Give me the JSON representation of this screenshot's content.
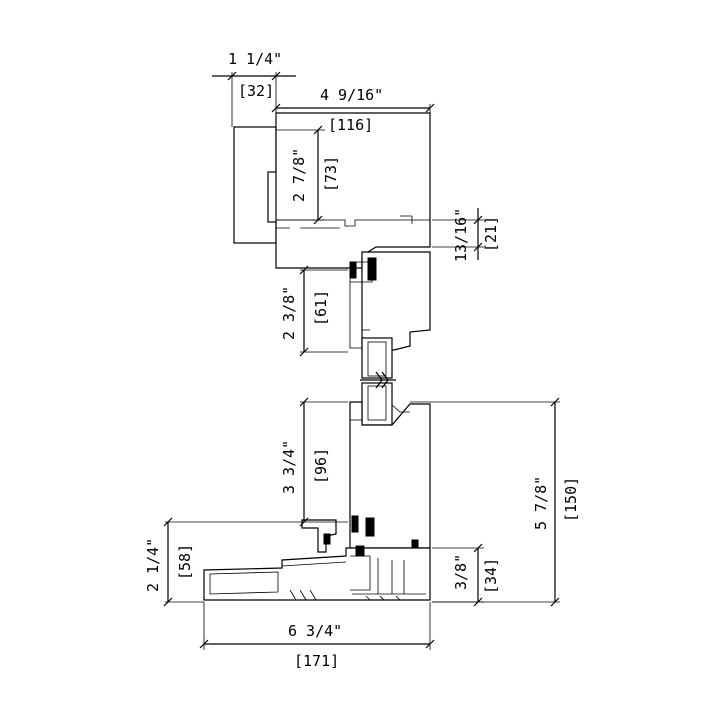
{
  "dimensions": {
    "head_projection": {
      "imperial": "1 1/4\"",
      "metric": "[32]"
    },
    "overall_depth_top": {
      "imperial": "4 9/16\"",
      "metric": "[116]"
    },
    "head_height": {
      "imperial": "2 7/8\"",
      "metric": "[73]"
    },
    "head_offset": {
      "imperial": "13/16\"",
      "metric": "[21]"
    },
    "top_sash_rail": {
      "imperial": "2 3/8\"",
      "metric": "[61]"
    },
    "bottom_sash_rail": {
      "imperial": "3 3/4\"",
      "metric": "[96]"
    },
    "sill_height_left": {
      "imperial": "2 1/4\"",
      "metric": "[58]"
    },
    "sill_step": {
      "imperial": "3/8\"",
      "metric": "[34]"
    },
    "bottom_assembly": {
      "imperial": "5 7/8\"",
      "metric": "[150]"
    },
    "overall_depth_bottom": {
      "imperial": "6 3/4\"",
      "metric": "[171]"
    }
  }
}
